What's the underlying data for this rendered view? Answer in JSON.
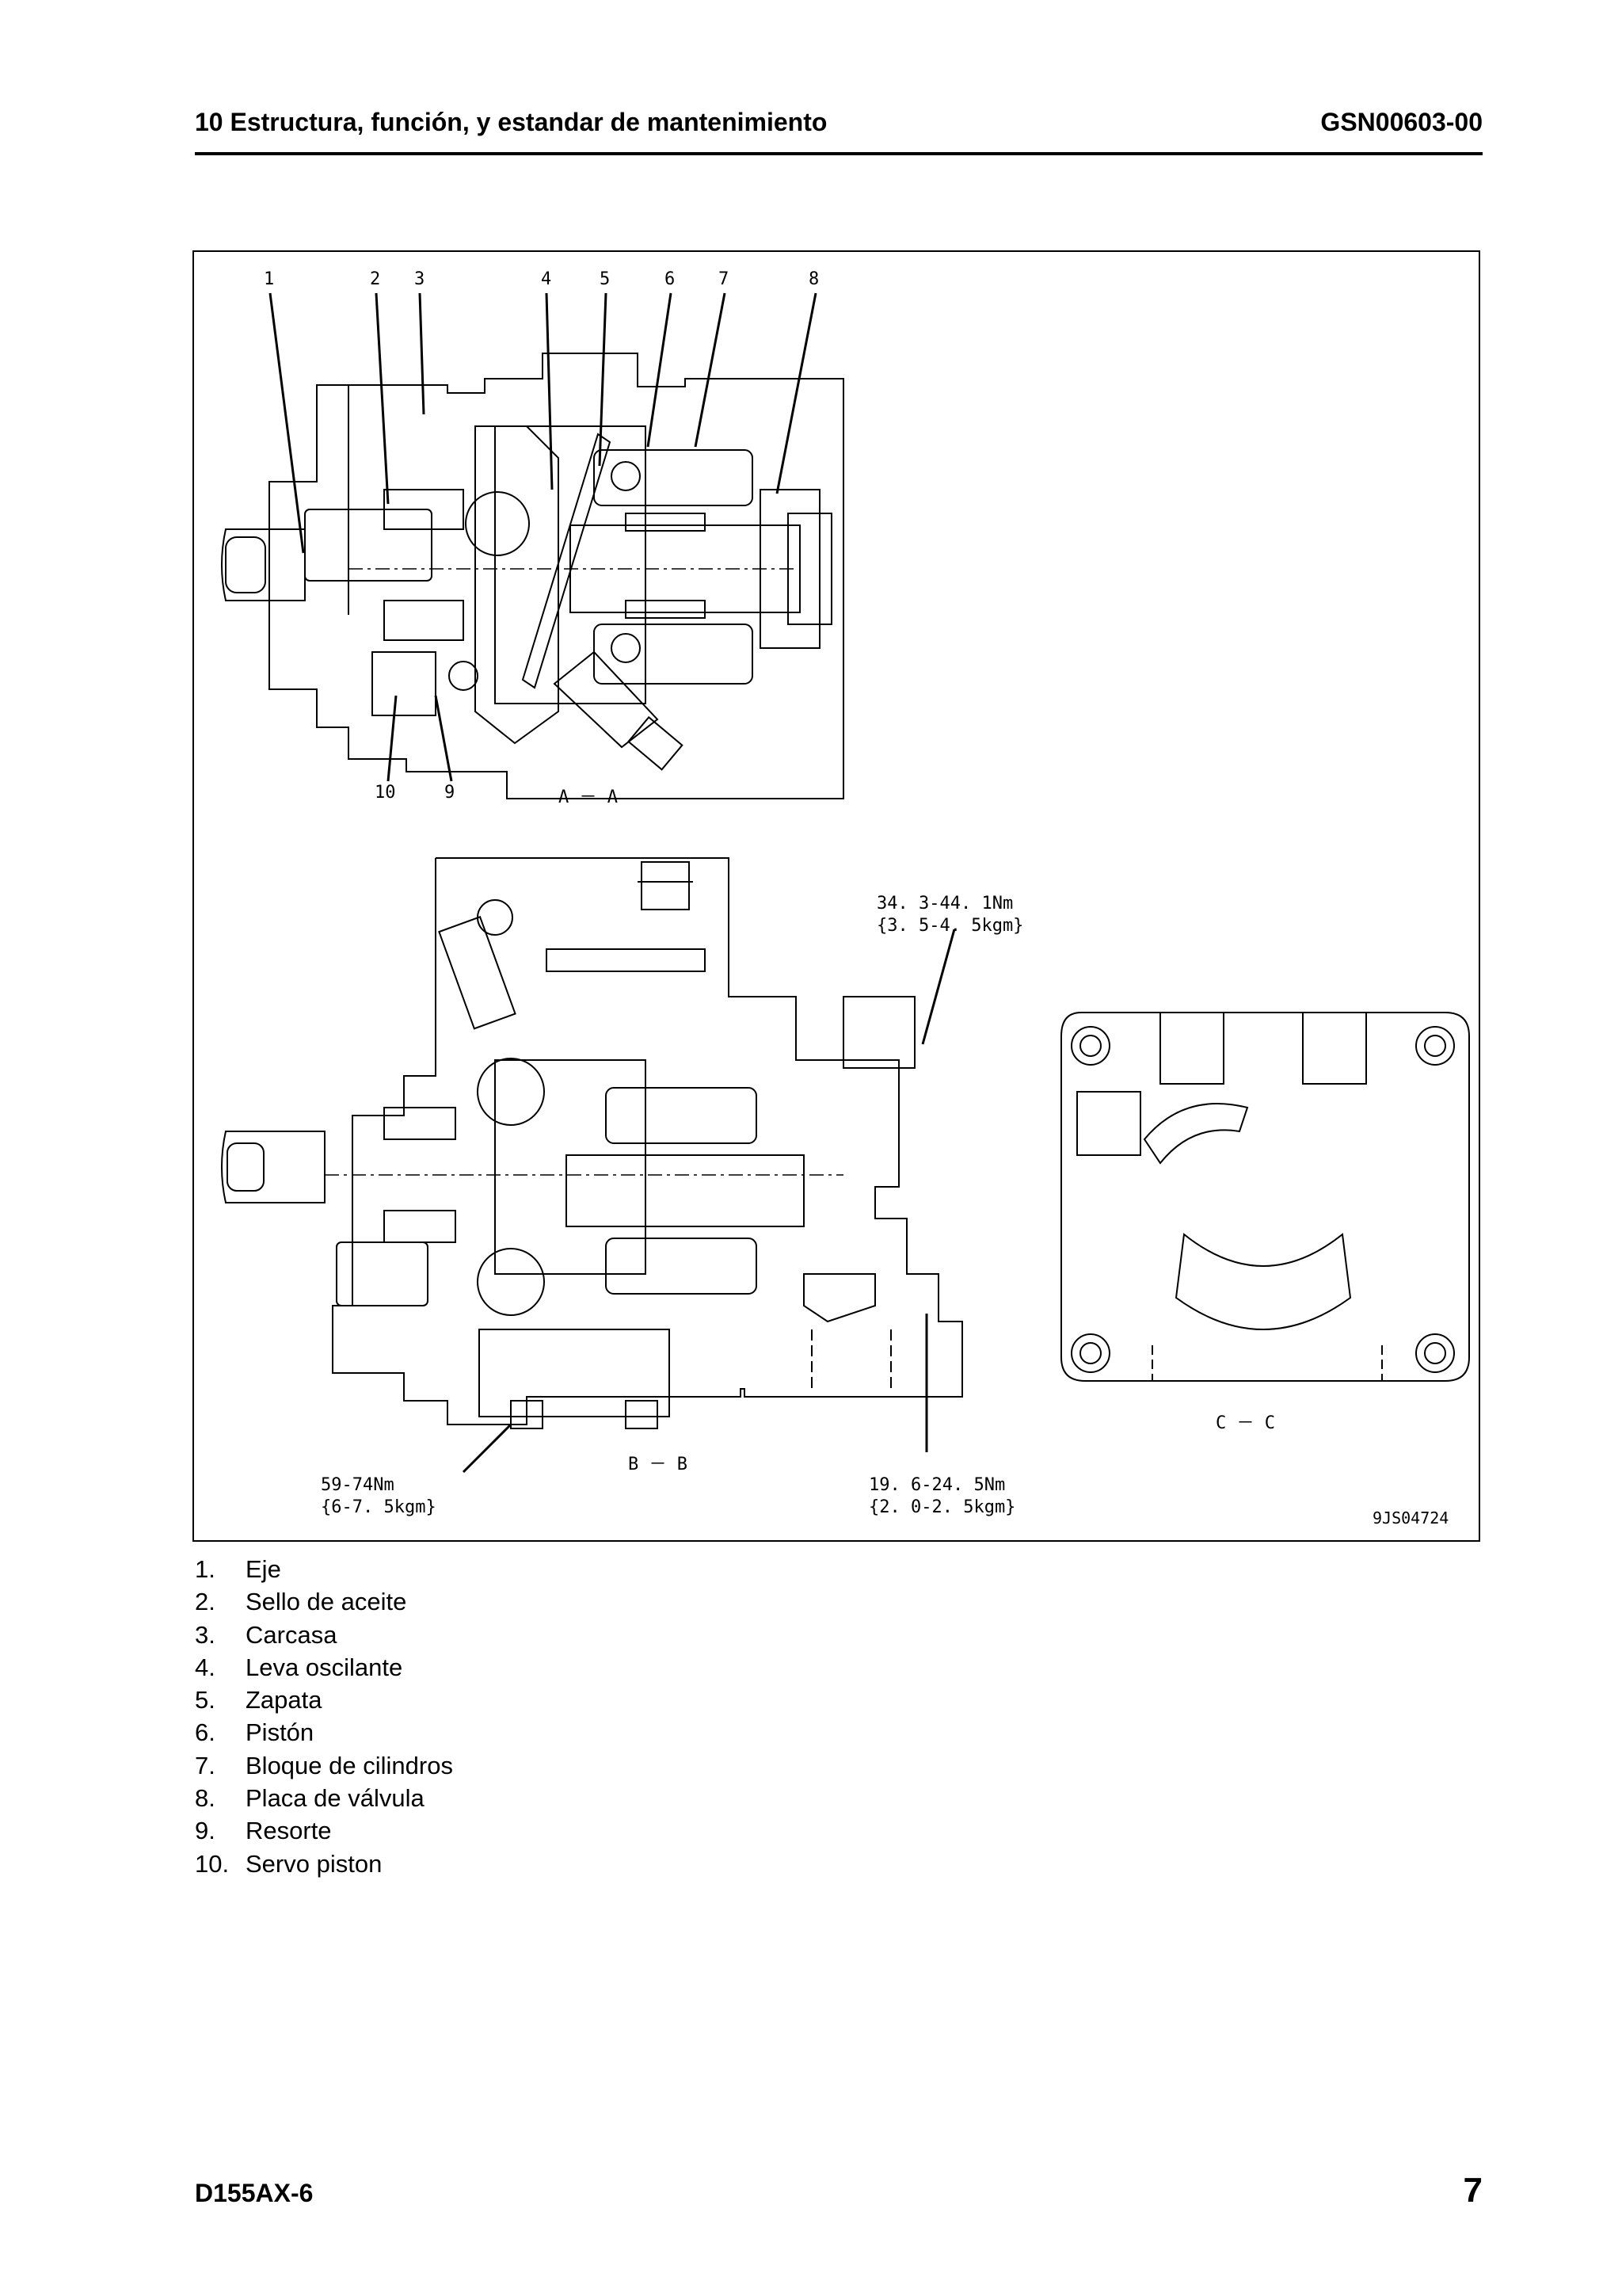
{
  "header": {
    "title": "10 Estructura, función, y estandar de mantenimiento",
    "code": "GSN00603-00"
  },
  "figure": {
    "callouts_top": [
      "1",
      "2",
      "3",
      "4",
      "5",
      "6",
      "7",
      "8"
    ],
    "callouts_bottom": [
      "10",
      "9"
    ],
    "section_aa": "A － A",
    "section_bb": "B － B",
    "section_cc": "C － C",
    "torque_top_1": "34. 3-44. 1Nm",
    "torque_top_2": "{3. 5-4. 5kgm}",
    "torque_left_1": "59-74Nm",
    "torque_left_2": "{6-7. 5kgm}",
    "torque_right_1": "19. 6-24. 5Nm",
    "torque_right_2": "{2. 0-2. 5kgm}",
    "drawing_code": "9JS04724"
  },
  "legend": [
    {
      "num": "1.",
      "text": "Eje"
    },
    {
      "num": "2.",
      "text": "Sello de aceite"
    },
    {
      "num": "3.",
      "text": "Carcasa"
    },
    {
      "num": "4.",
      "text": "Leva oscilante"
    },
    {
      "num": "5.",
      "text": "Zapata"
    },
    {
      "num": "6.",
      "text": "Pistón"
    },
    {
      "num": "7.",
      "text": "Bloque de cilindros"
    },
    {
      "num": "8.",
      "text": "Placa de válvula"
    },
    {
      "num": "9.",
      "text": "Resorte"
    },
    {
      "num": "10.",
      "text": "Servo piston"
    }
  ],
  "footer": {
    "model": "D155AX-6",
    "page": "7"
  }
}
